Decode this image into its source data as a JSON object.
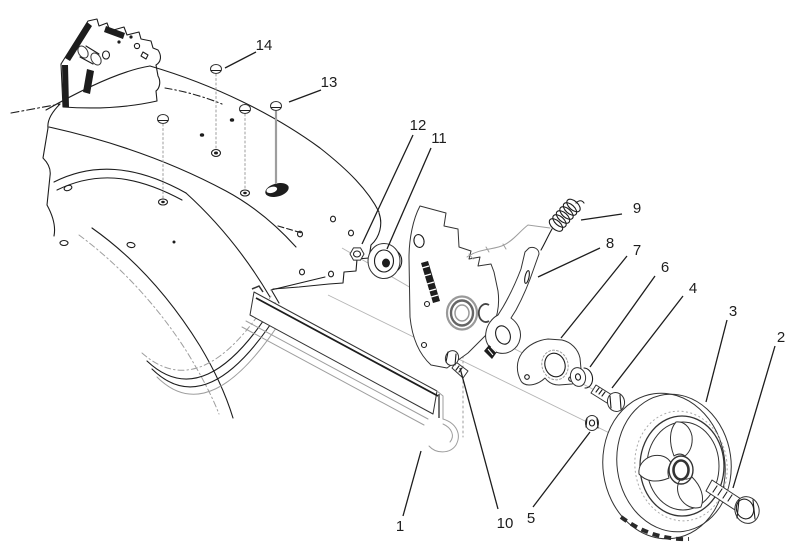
{
  "figure": {
    "background_color": "#ffffff",
    "line_color": "#1d1d1d",
    "secondary_line_color": "#9e9e9e"
  },
  "callouts": {
    "c1": "1",
    "c2": "2",
    "c3": "3",
    "c4": "4",
    "c5": "5",
    "c6": "6",
    "c7": "7",
    "c8": "8",
    "c9": "9",
    "c10": "10",
    "c11": "11",
    "c12": "12",
    "c13": "13",
    "c14": "14"
  }
}
